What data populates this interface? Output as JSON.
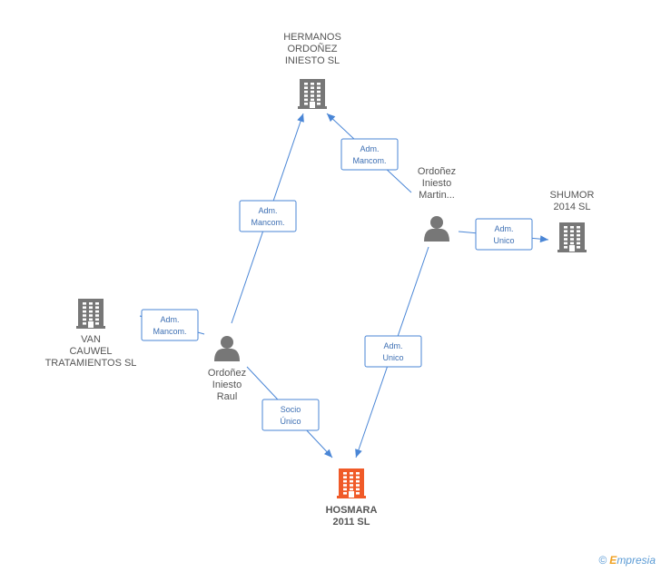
{
  "colors": {
    "edge": "#4a86d6",
    "company": "#777777",
    "main_company": "#f05a28",
    "person": "#777777",
    "label_text": "#555555"
  },
  "nodes": [
    {
      "id": "hermanos",
      "kind": "company",
      "icon": "building-icon",
      "main": false,
      "label_lines": [
        "HERMANOS",
        "ORDOÑEZ",
        "INIESTO  SL"
      ]
    },
    {
      "id": "martin",
      "kind": "person",
      "icon": "person-icon",
      "main": false,
      "label_lines": [
        "Ordoñez",
        "Iniesto",
        "Martin..."
      ]
    },
    {
      "id": "shumor",
      "kind": "company",
      "icon": "building-icon",
      "main": false,
      "label_lines": [
        "SHUMOR",
        "2014  SL"
      ]
    },
    {
      "id": "vancauwel",
      "kind": "company",
      "icon": "building-icon",
      "main": false,
      "label_lines": [
        "VAN",
        "CAUWEL",
        "TRATAMIENTOS SL"
      ]
    },
    {
      "id": "raul",
      "kind": "person",
      "icon": "person-icon",
      "main": false,
      "label_lines": [
        "Ordoñez",
        "Iniesto",
        "Raul"
      ]
    },
    {
      "id": "hosmara",
      "kind": "company",
      "icon": "building-icon",
      "main": true,
      "label_lines": [
        "HOSMARA",
        "2011 SL"
      ]
    }
  ],
  "edges": [
    {
      "from": "raul",
      "to": "hermanos",
      "label_lines": [
        "Adm.",
        "Mancom."
      ]
    },
    {
      "from": "martin",
      "to": "hermanos",
      "label_lines": [
        "Adm.",
        "Mancom."
      ]
    },
    {
      "from": "martin",
      "to": "shumor",
      "label_lines": [
        "Adm.",
        "Unico"
      ]
    },
    {
      "from": "raul",
      "to": "vancauwel",
      "label_lines": [
        "Adm.",
        "Mancom."
      ]
    },
    {
      "from": "martin",
      "to": "hosmara",
      "label_lines": [
        "Adm.",
        "Unico"
      ]
    },
    {
      "from": "raul",
      "to": "hosmara",
      "label_lines": [
        "Socio",
        "Único"
      ]
    }
  ],
  "footer": {
    "copyright": "©",
    "brand_initial": "E",
    "brand_rest": "mpresia"
  }
}
